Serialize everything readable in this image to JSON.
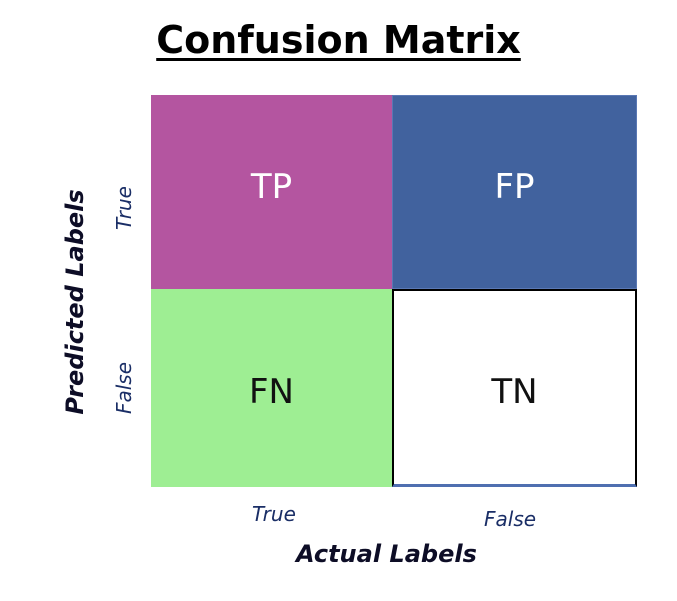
{
  "title": "Confusion Matrix",
  "axes": {
    "x_label": "Actual Labels",
    "y_label": "Predicted Labels",
    "x_ticks": [
      "True",
      "False"
    ],
    "y_ticks": [
      "True",
      "False"
    ]
  },
  "cells": {
    "tp": {
      "label": "TP",
      "color": "#b455a0"
    },
    "fp": {
      "label": "FP",
      "color": "#41629e"
    },
    "fn": {
      "label": "FN",
      "color": "#9eee93"
    },
    "tn": {
      "label": "TN",
      "color": "#ffffff"
    }
  }
}
